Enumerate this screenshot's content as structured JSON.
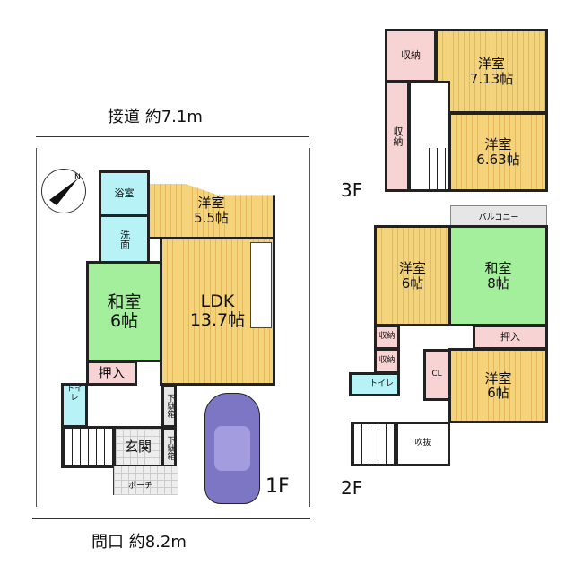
{
  "dimensions": {
    "road_access": "接道 約7.1m",
    "frontage": "間口 約8.2m"
  },
  "compass": {
    "label": "N"
  },
  "floors": {
    "f1": {
      "label": "1F",
      "rooms": {
        "bath": "浴室",
        "washroom": "洗面",
        "western": {
          "name": "洋室",
          "size": "5.5帖"
        },
        "ldk": {
          "name": "LDK",
          "size": "13.7帖"
        },
        "japanese": {
          "name": "和室",
          "size": "6帖"
        },
        "closet": "押入",
        "toilet": "トイレ",
        "shoebox1": "下駄箱",
        "shoebox2": "下駄箱",
        "entrance": "玄関",
        "porch": "ポーチ"
      }
    },
    "f2": {
      "label": "2F",
      "rooms": {
        "balcony": "バルコニー",
        "western1": {
          "name": "洋室",
          "size": "6帖"
        },
        "japanese": {
          "name": "和室",
          "size": "8帖"
        },
        "closet": "押入",
        "storage1": "収納",
        "storage2": "収納",
        "toilet": "トイレ",
        "cl": "CL",
        "western2": {
          "name": "洋室",
          "size": "6帖"
        },
        "void": "吹抜"
      }
    },
    "f3": {
      "label": "3F",
      "rooms": {
        "storage1": "収納",
        "storage2": "収納",
        "western1": {
          "name": "洋室",
          "size": "7.13帖"
        },
        "western2": {
          "name": "洋室",
          "size": "6.63帖"
        }
      }
    }
  },
  "colors": {
    "wood": "#f3d37c",
    "tatami": "#a3ef9b",
    "storage": "#f8d3d3",
    "wet": "#b7f2f6",
    "car": "#7d76c4"
  }
}
